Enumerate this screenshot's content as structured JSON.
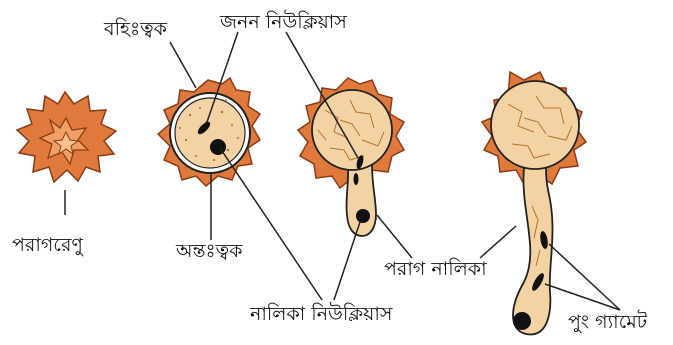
{
  "labels": {
    "exine": "বহিঃত্বক",
    "generative_nucleus": "জনন নিউক্লিয়াস",
    "pollen_grain": "পরাগরেণু",
    "intine": "অন্তঃত্বক",
    "pollen_tube": "পরাগ নালিকা",
    "tube_nucleus": "নালিকা নিউক্লিয়াস",
    "male_gametes": "পুং গ্যামেট"
  },
  "colors": {
    "exine_outer": "#e07a3c",
    "exine_inner": "#c9542a",
    "cytoplasm": "#f3d2a4",
    "texture": "#b8712c",
    "nucleus": "#111111",
    "outline": "#222222"
  }
}
